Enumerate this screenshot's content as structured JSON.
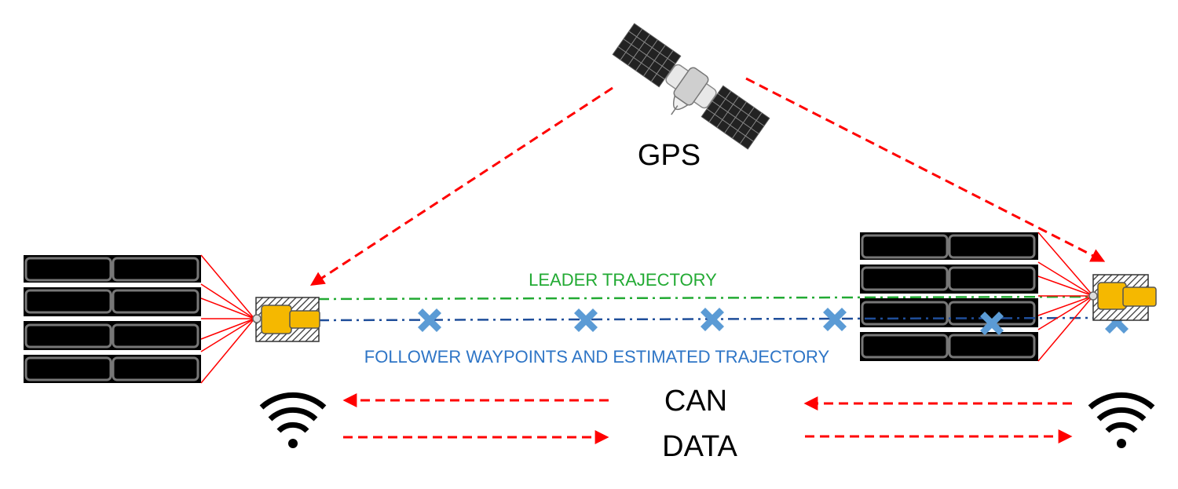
{
  "labels": {
    "gps": "GPS",
    "leader_trajectory": "LEADER TRAJECTORY",
    "follower_trajectory": "FOLLOWER WAYPOINTS AND ESTIMATED TRAJECTORY",
    "can": "CAN",
    "data": "DATA"
  },
  "icons": {
    "satellite": "satellite-icon",
    "wifi": "wifi-icon",
    "waypoint": "x-mark-icon",
    "vehicle": "vehicle-icon",
    "pallet_rack": "pallet-rack"
  },
  "colors": {
    "signal_arrow": "#ff0000",
    "leader_line": "#22aa33",
    "follower_line": "#1f4e9a",
    "waypoint": "#5b9bd5",
    "leader_text": "#22aa33",
    "follower_text": "#2e75c6",
    "vehicle_body": "#f5b800",
    "rack": "#000000"
  }
}
